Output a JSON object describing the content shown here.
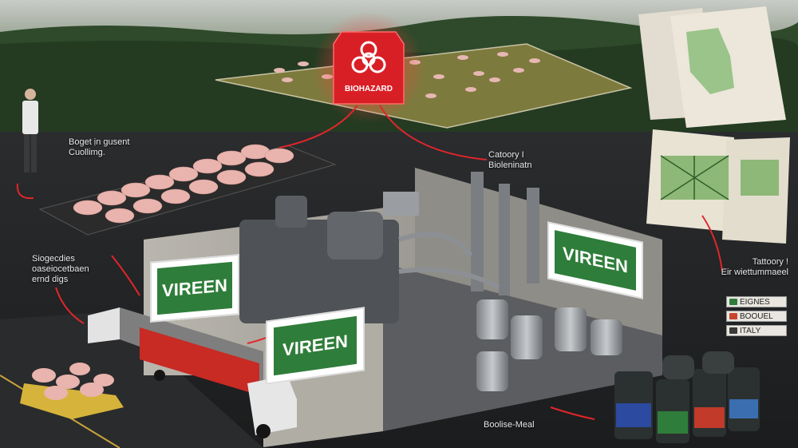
{
  "biohazard": {
    "label": "BIOHAZARD"
  },
  "labels": {
    "culling": "Boget ịn gusent\nCuollimg.",
    "category_top": "Catoory I\nBioleninatn",
    "storage": "Siogecdies\noaseiocetbaen\nernd digs",
    "category_right": "Tattoory !\nEir wiettummaeel",
    "product": "Boolise-Meal"
  },
  "signs": {
    "wall_left": "VIREEN",
    "wall_front": "VIREEN",
    "wall_back": "VIREEN"
  },
  "destinations": [
    {
      "label": "EIGNES",
      "color": "#2f7d3a"
    },
    {
      "label": "BOOUEL",
      "color": "#c8452d"
    },
    {
      "label": "ITALY",
      "color": "#3a3a3a"
    }
  ],
  "colors": {
    "accent_red": "#e0262b",
    "sign_green": "#2f7d3a",
    "sign_bg": "#ffffff"
  }
}
